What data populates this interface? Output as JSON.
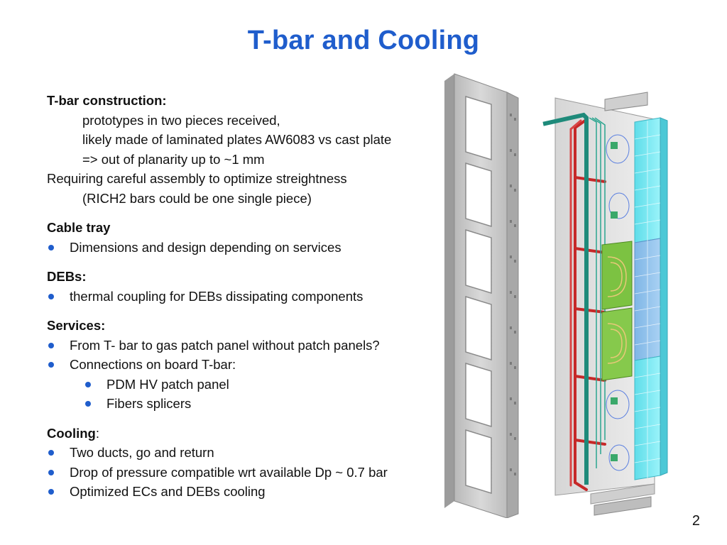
{
  "slide": {
    "title": "T-bar and Cooling",
    "page_number": "2"
  },
  "content": {
    "tbar_heading": "T-bar construction:",
    "tbar_lines": [
      "prototypes in two pieces received,",
      "likely made of laminated plates AW6083 vs cast plate",
      "=> out of planarity up to ~1 mm"
    ],
    "tbar_requirement": "Requiring careful assembly to optimize streightness",
    "tbar_note": "(RICH2 bars could be one single piece)",
    "cable_tray_heading": "Cable tray",
    "cable_tray_bullets": [
      "Dimensions and design depending on services"
    ],
    "debs_heading": "DEBs:",
    "debs_bullets": [
      "thermal coupling for DEBs dissipating components"
    ],
    "services_heading": "Services:",
    "services_bullets": [
      "From T- bar to gas patch panel without patch panels?",
      "Connections on board T-bar:"
    ],
    "services_subbullets": [
      "PDM HV patch panel",
      "Fibers splicers"
    ],
    "cooling_heading": "Cooling",
    "cooling_colon": ":",
    "cooling_bullets": [
      "Two ducts, go and return",
      "Drop of pressure compatible wrt available Dp ~ 0.7 bar",
      "Optimized ECs and DEBs cooling"
    ]
  },
  "colors": {
    "title": "#1f5dcc",
    "bullet": "#1f5dcc",
    "tbar_metal": "#c9c9c9",
    "cooling_pipe": "#c62828",
    "cable_duct": "#1e8a7a",
    "board": "#7cc242",
    "module": "#6fe8f2"
  }
}
